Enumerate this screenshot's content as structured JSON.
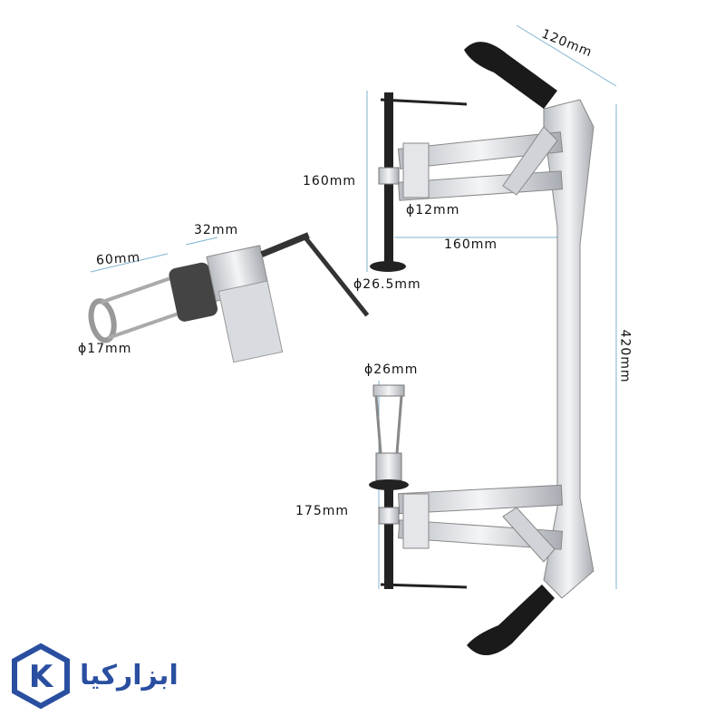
{
  "dimensions": {
    "handle_width": "120mm",
    "upper_clamp_height": "160mm",
    "screw_diameter": "ϕ12mm",
    "throat_depth": "160mm",
    "foot_diameter": "ϕ26.5mm",
    "total_height": "420mm",
    "adapter_collar": "32mm",
    "adapter_length": "60mm",
    "adapter_inner_diameter": "ϕ17mm",
    "cup_diameter": "ϕ26mm",
    "lower_clamp_height": "175mm"
  },
  "logo": {
    "text": "ابزارکیا",
    "letter": "K"
  },
  "colors": {
    "brand": "#2a4fa0",
    "dimension_line": "#7fb3cf",
    "grip": "#1a1a1a",
    "steel": "#d9dce0"
  }
}
